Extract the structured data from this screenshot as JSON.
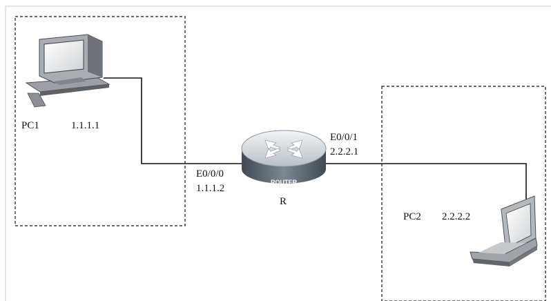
{
  "diagram": {
    "pc1": {
      "name": "PC1",
      "ip": "1.1.1.1"
    },
    "pc2": {
      "name": "PC2",
      "ip": "2.2.2.2"
    },
    "router": {
      "name": "R",
      "badge": "ROUTER",
      "iface_left": {
        "name": "E0/0/0",
        "ip": "1.1.1.2"
      },
      "iface_right": {
        "name": "E0/0/1",
        "ip": "2.2.2.1"
      }
    },
    "colors": {
      "line": "#111111",
      "border": "#cccccc",
      "router_top": "#d8dde2",
      "router_side": "#5f6b75"
    },
    "icons": [
      "desktop-pc-icon",
      "router-icon",
      "laptop-icon"
    ]
  }
}
